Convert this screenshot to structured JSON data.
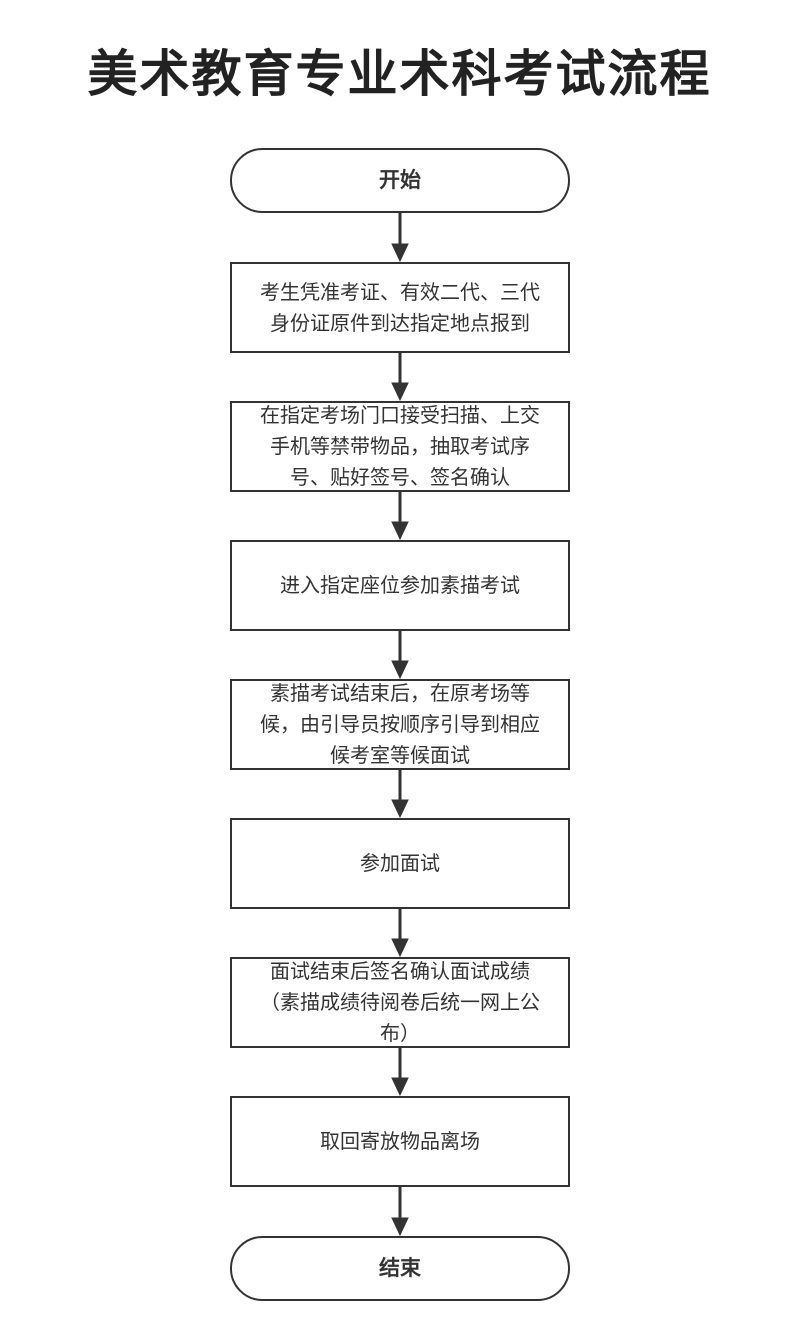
{
  "title": "美术教育专业术科考试流程",
  "start": "开始",
  "end": "结束",
  "steps": [
    {
      "lines": [
        "考生凭准考证、有效二代、三代",
        "身份证原件到达指定地点报到"
      ]
    },
    {
      "lines": [
        "在指定考场门口接受扫描、上交",
        "手机等禁带物品，抽取考试序",
        "号、贴好签号、签名确认"
      ]
    },
    {
      "lines": [
        "进入指定座位参加素描考试"
      ]
    },
    {
      "lines": [
        "素描考试结束后，在原考场等",
        "候，由引导员按顺序引导到相应",
        "候考室等候面试"
      ]
    },
    {
      "lines": [
        "参加面试"
      ]
    },
    {
      "lines": [
        "面试结束后签名确认面试成绩",
        "（素描成绩待阅卷后统一网上公",
        "布）"
      ]
    },
    {
      "lines": [
        "取回寄放物品离场"
      ]
    }
  ],
  "colors": {
    "stroke": "#333333",
    "text": "#333333"
  }
}
